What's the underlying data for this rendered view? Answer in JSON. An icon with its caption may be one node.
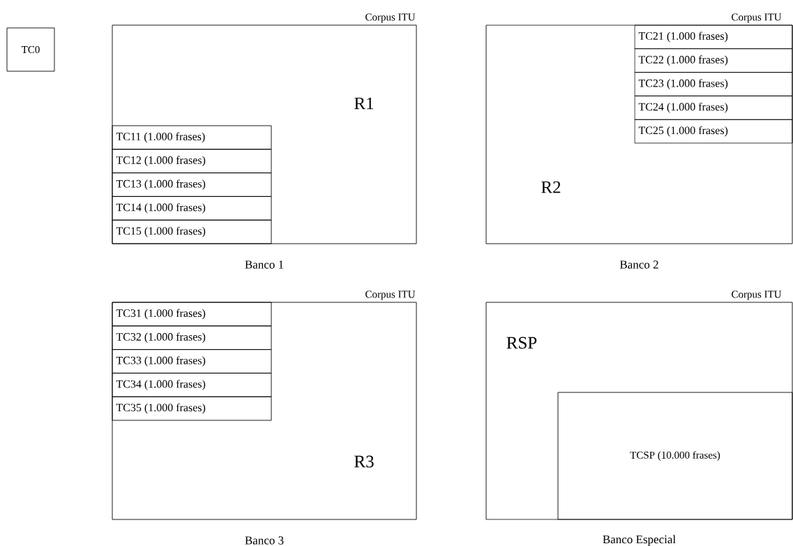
{
  "diagram": {
    "nodes": [
      {
        "text": [
          "TC0"
        ]
      },
      {
        "text": [
          "Corpus ITU",
          "R1"
        ],
        "beside": [
          "Banco 1"
        ]
      },
      {
        "text": [
          "TC11 (1.000 frases)"
        ],
        "in": 1
      },
      {
        "text": [
          "TC12 (1.000 frases)"
        ],
        "in": 1
      },
      {
        "text": [
          "TC13 (1.000 frases)"
        ],
        "in": 1
      },
      {
        "text": [
          "TC14 (1.000 frases)"
        ],
        "in": 1
      },
      {
        "text": [
          "TC15 (1.000 frases)"
        ],
        "in": 1
      },
      {
        "text": [
          "Corpus ITU",
          "R2"
        ],
        "beside": [
          "Banco 2"
        ]
      },
      {
        "text": [
          "TC21 (1.000 frases)"
        ],
        "in": 7
      },
      {
        "text": [
          "TC22 (1.000 frases)"
        ],
        "in": 7
      },
      {
        "text": [
          "TC23 (1.000 frases)"
        ],
        "in": 7
      },
      {
        "text": [
          "TC24 (1.000 frases)"
        ],
        "in": 7
      },
      {
        "text": [
          "TC25 (1.000 frases)"
        ],
        "in": 7
      },
      {
        "text": [
          "Corpus ITU",
          "R3"
        ],
        "beside": [
          "Banco 3"
        ]
      },
      {
        "text": [
          "TC31 (1.000 frases)"
        ],
        "in": 13
      },
      {
        "text": [
          "TC32 (1.000 frases)"
        ],
        "in": 13
      },
      {
        "text": [
          "TC33 (1.000 frases)"
        ],
        "in": 13
      },
      {
        "text": [
          "TC34 (1.000 frases)"
        ],
        "in": 13
      },
      {
        "text": [
          "TC35 (1.000 frases)"
        ],
        "in": 13
      },
      {
        "text": [
          "Corpus ITU",
          "RSP"
        ],
        "beside": [
          "Banco Especial"
        ]
      },
      {
        "text": [
          "TCSP (10.000 frases)"
        ],
        "in": 19
      }
    ]
  }
}
